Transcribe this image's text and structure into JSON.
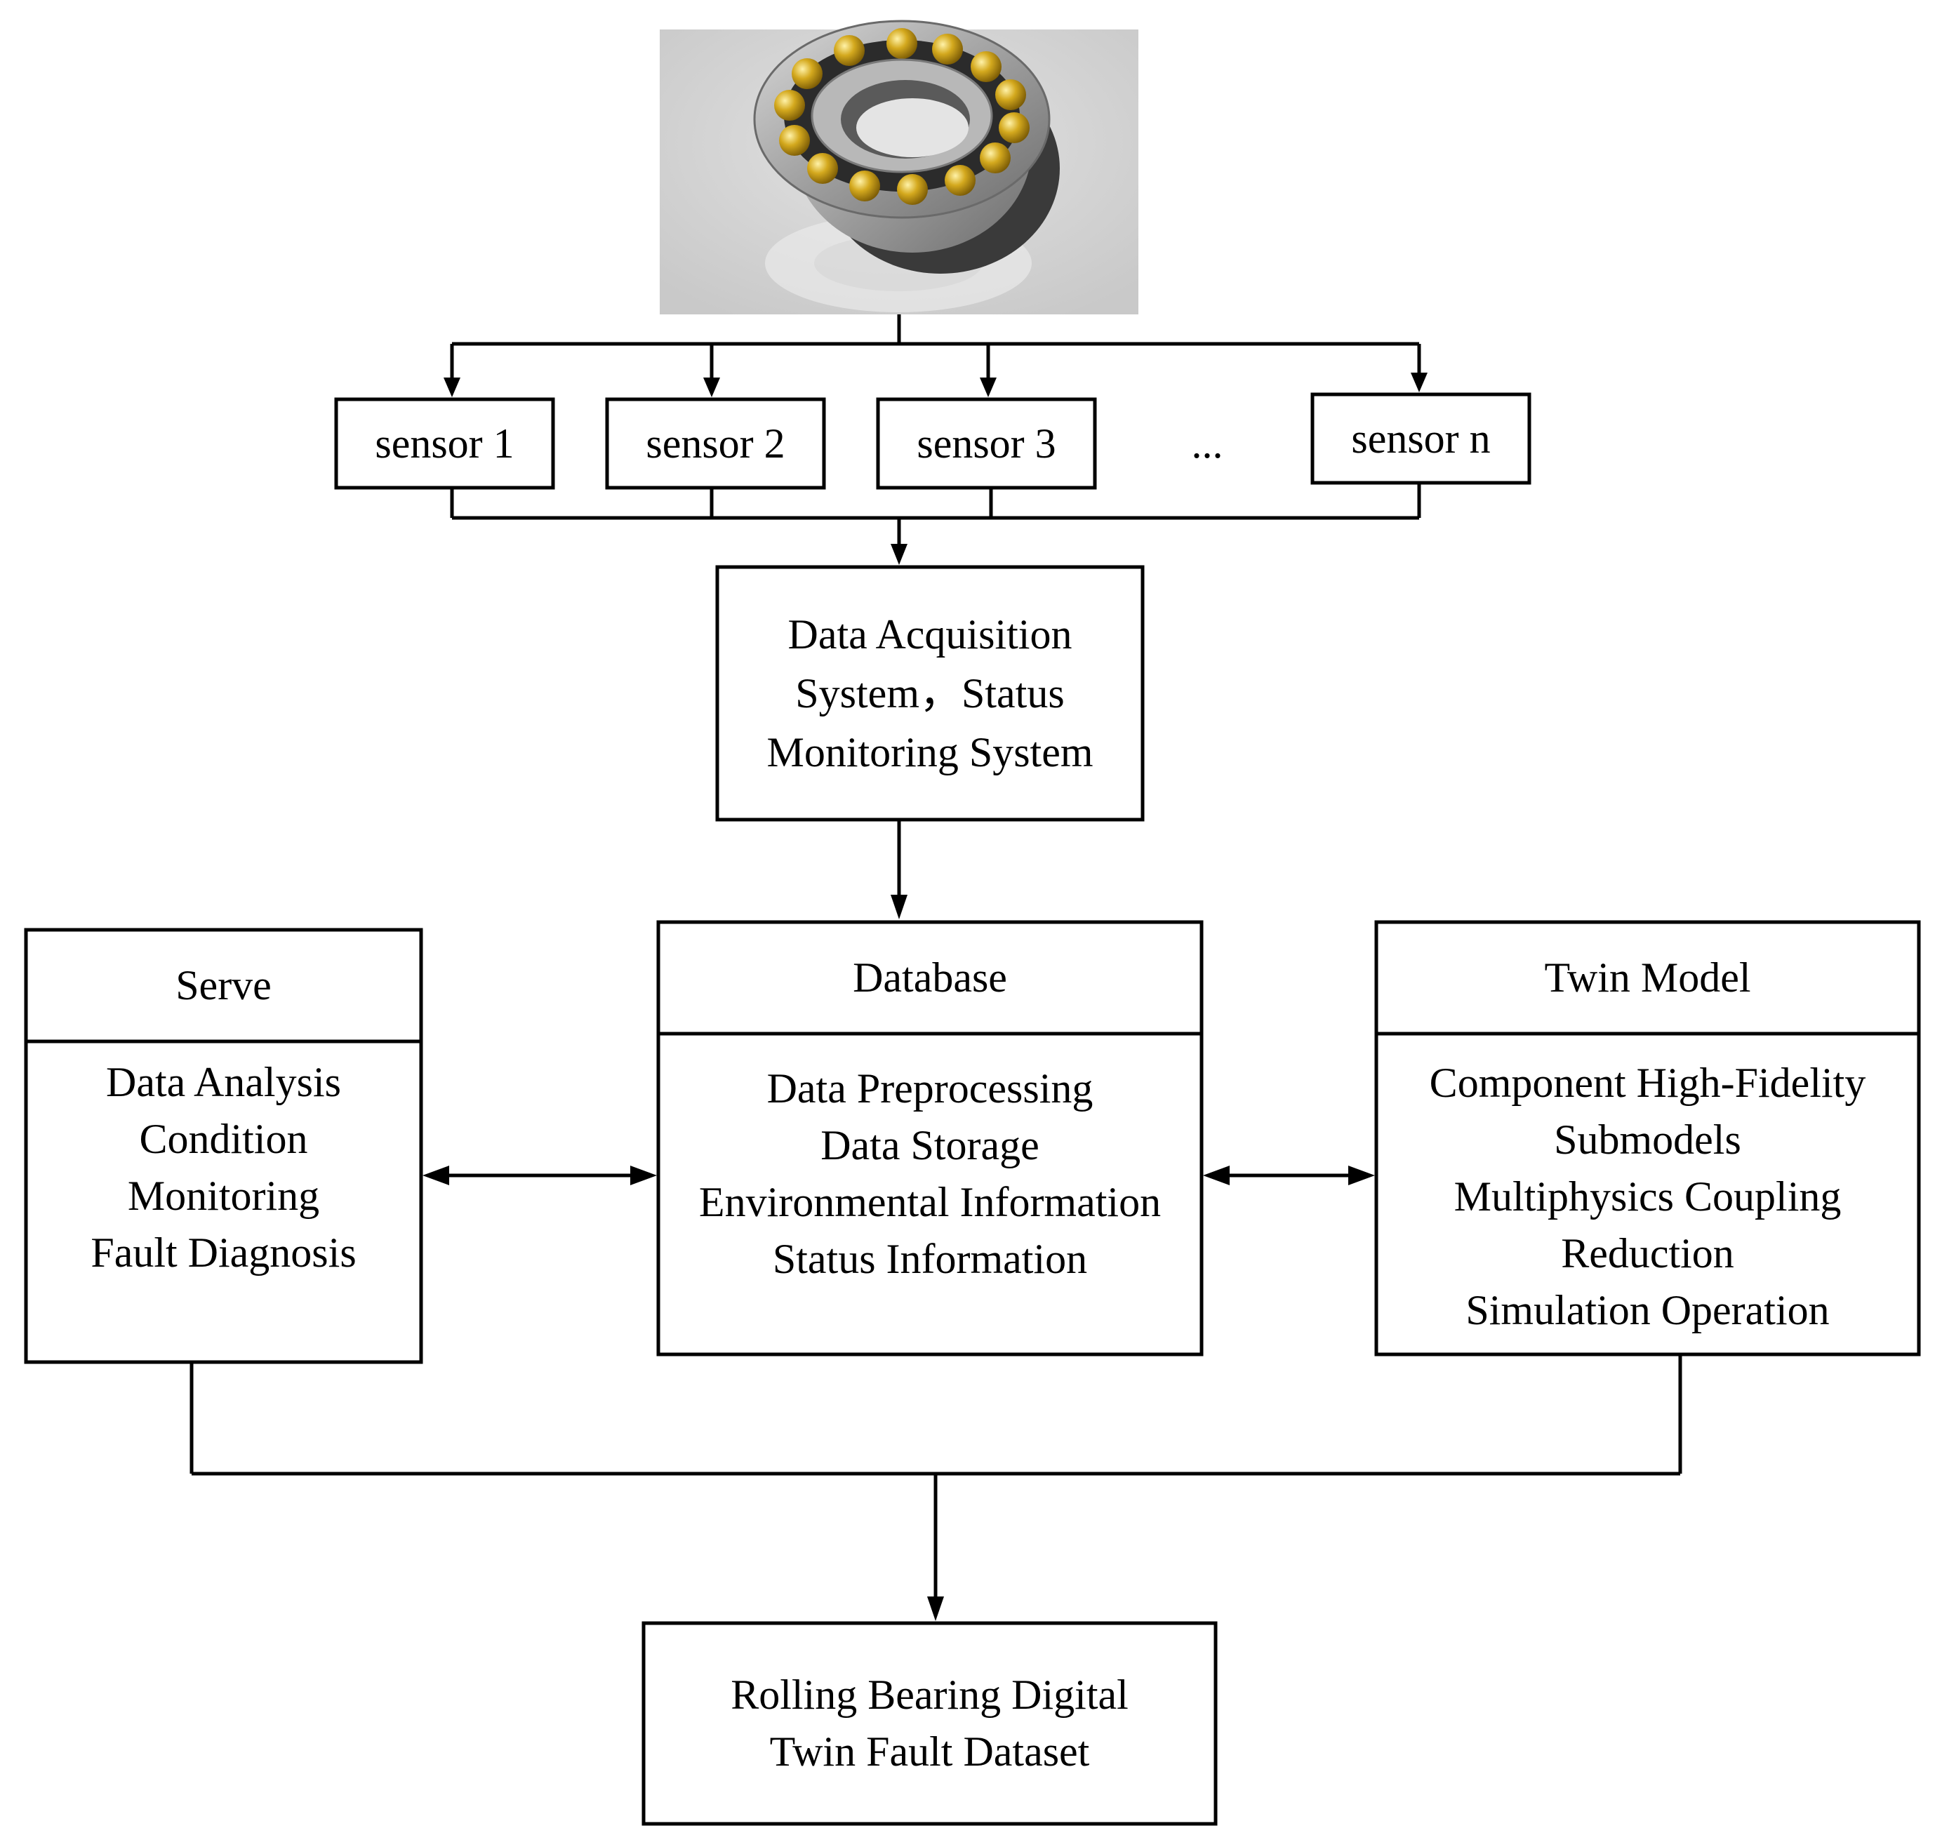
{
  "bearing_image": {
    "icon": "rolling-bearing-photo",
    "colors": {
      "backdrop": "#d4d4d4",
      "outer_ring": "#9e9e9e",
      "balls": "#c9a21a",
      "cage": "#2b2b2b",
      "inner_ring": "#b5b5b5"
    }
  },
  "sensors": [
    {
      "label": "sensor 1"
    },
    {
      "label": "sensor 2"
    },
    {
      "label": "sensor 3"
    },
    {
      "label": "sensor n"
    }
  ],
  "sensor_ellipsis": "...",
  "acquisition": {
    "lines": [
      "Data Acquisition",
      "System，Status",
      "Monitoring System"
    ]
  },
  "serve": {
    "header": "Serve",
    "items": [
      "Data Analysis",
      "Condition",
      "Monitoring",
      "Fault Diagnosis"
    ]
  },
  "database": {
    "header": "Database",
    "items": [
      "Data Preprocessing",
      "Data Storage",
      "Environmental Information",
      "Status Information"
    ]
  },
  "twin_model": {
    "header": "Twin Model",
    "items": [
      "Component High-Fidelity",
      "Submodels",
      "Multiphysics Coupling",
      "Reduction",
      "Simulation Operation"
    ]
  },
  "dataset": {
    "lines": [
      "Rolling Bearing Digital",
      "Twin Fault Dataset"
    ]
  }
}
